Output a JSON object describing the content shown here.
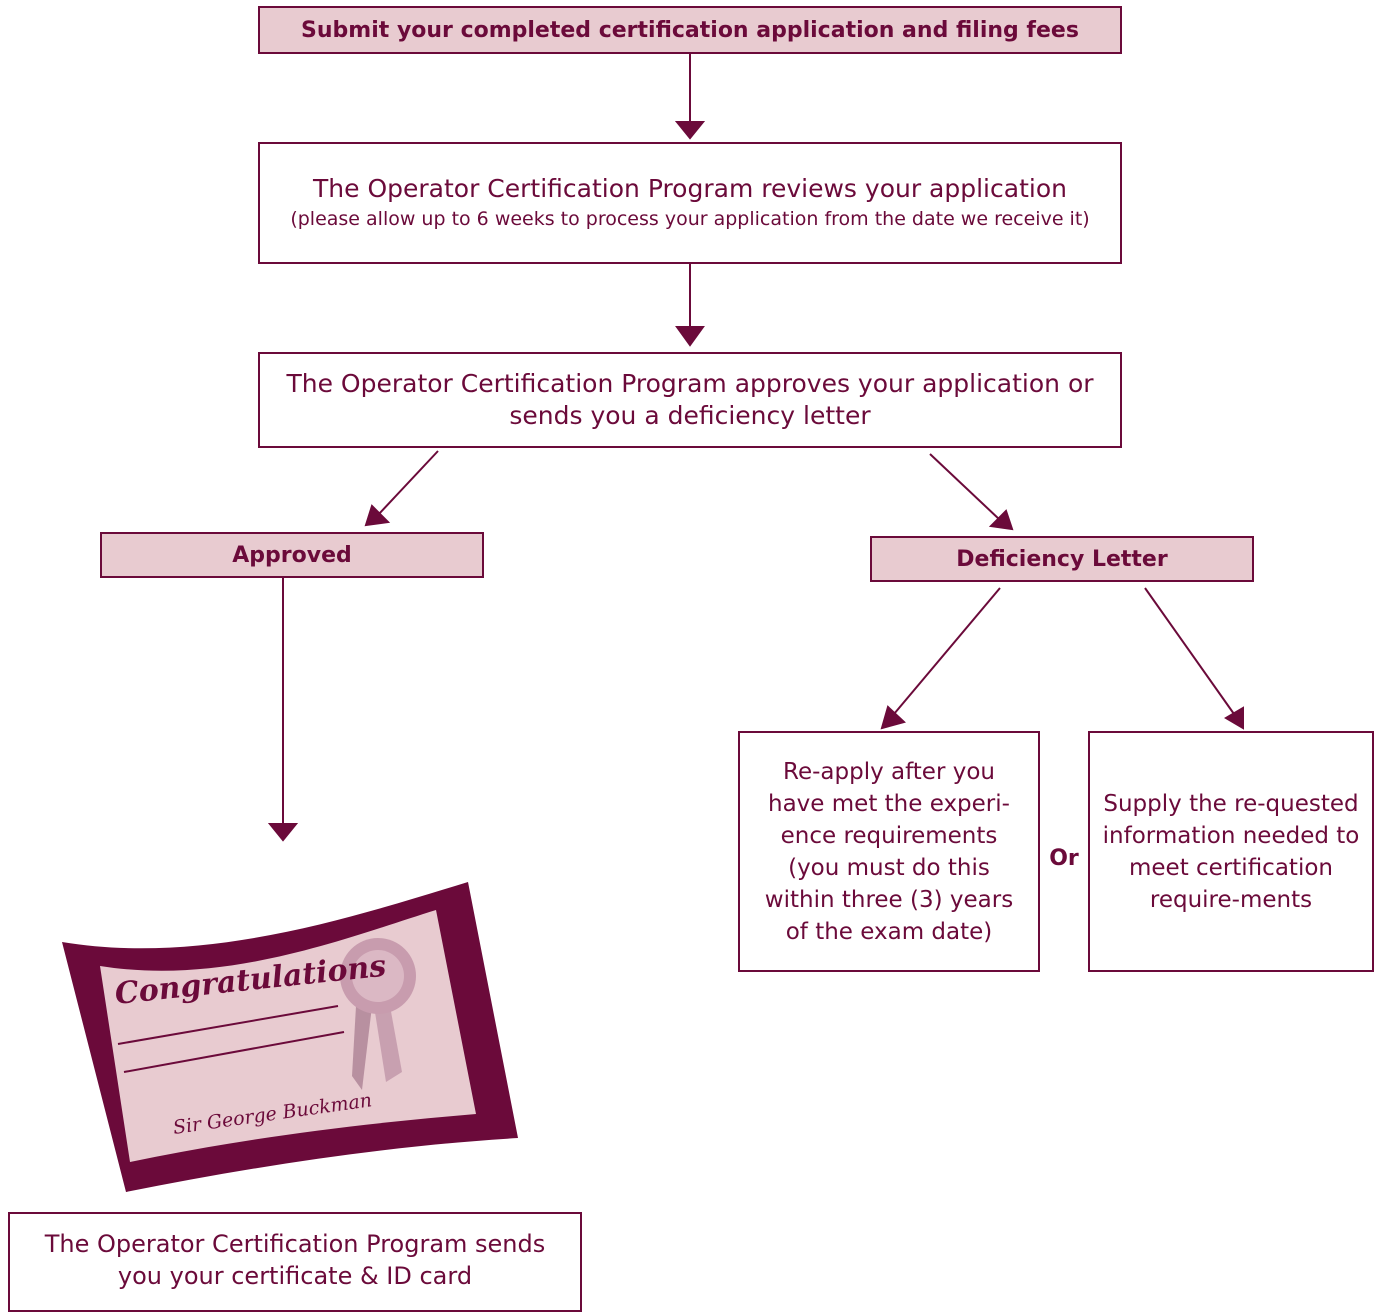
{
  "colors": {
    "accent": "#6b0a3a",
    "box_fill": "#e8cbd0"
  },
  "steps": {
    "submit": "Submit your completed certification application and filing fees",
    "review_main": "The Operator Certification Program reviews your application",
    "review_note": "(please allow up to 6 weeks to process your application from the date we receive it)",
    "decision": "The Operator Certification Program approves your application or sends you a deficiency letter",
    "approved": "Approved",
    "deficiency": "Deficiency Letter",
    "reapply": "Re-apply after you have met the experi-ence requirements (you must do this within three (3) years of the exam date)",
    "or": "Or",
    "supply": "Supply the re-quested information needed to meet certification require-ments",
    "sends": "The Operator Certification Program sends you your certificate & ID card"
  },
  "certificate": {
    "heading": "Congratulations",
    "signature": "Sir George Buckman",
    "icon": "certificate-icon"
  }
}
